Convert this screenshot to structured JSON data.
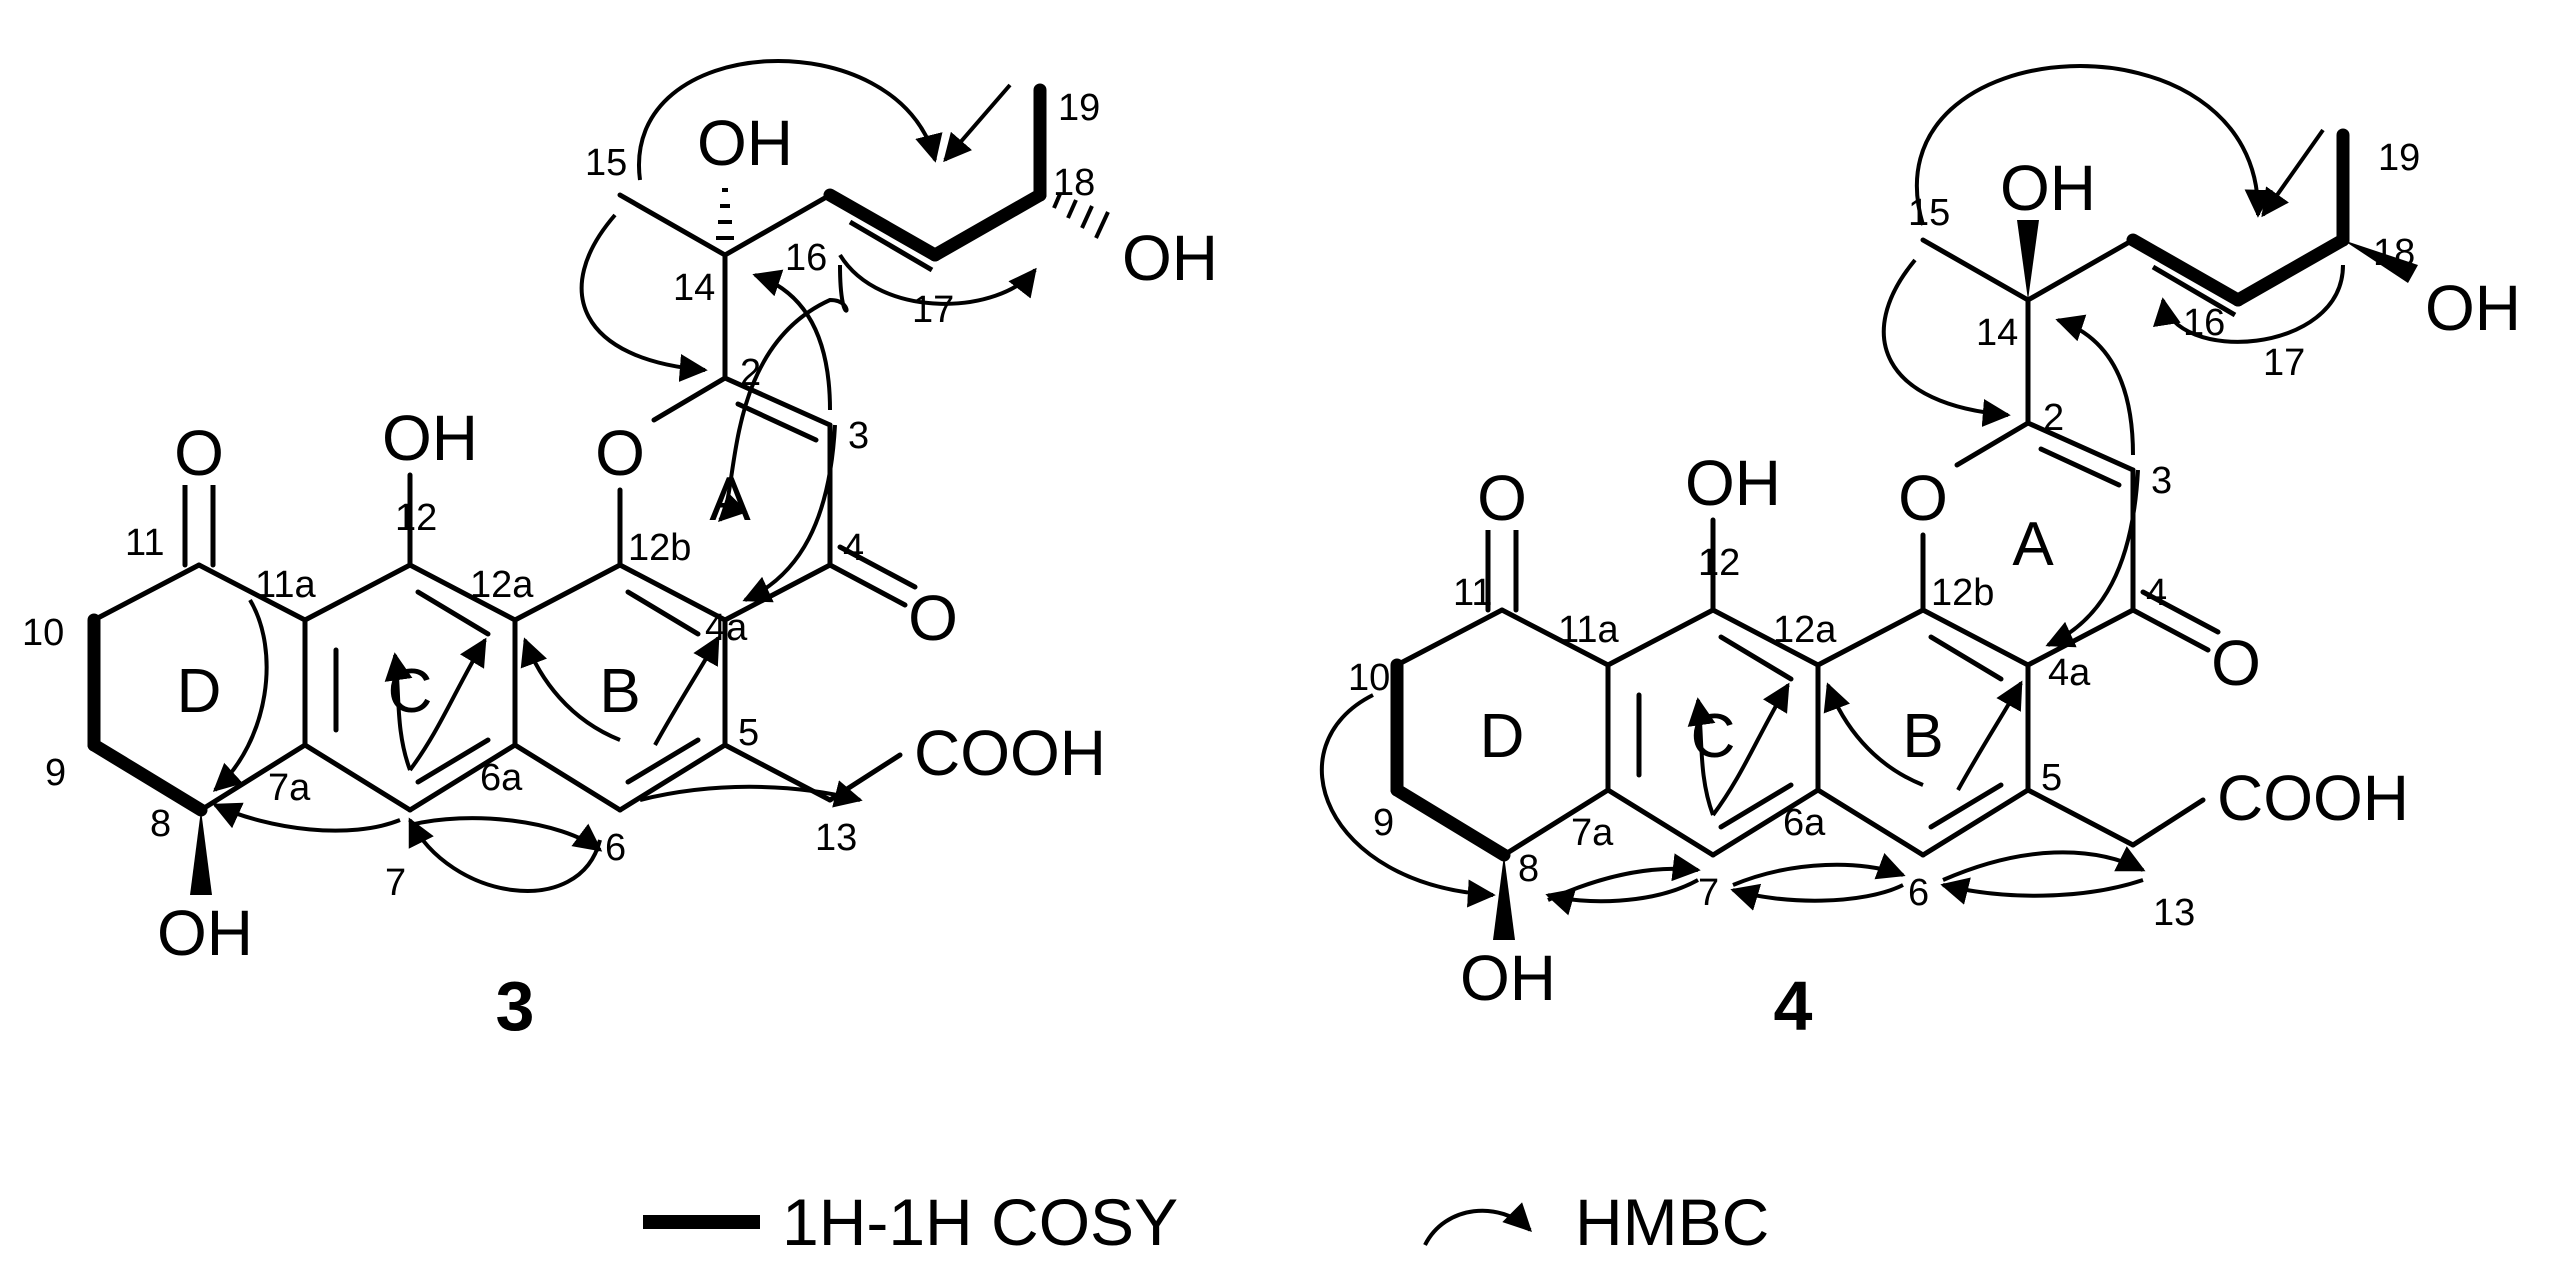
{
  "compounds": [
    {
      "label": "3",
      "numbers": {
        "n2": "2",
        "n3": "3",
        "n4": "4",
        "n4a": "4a",
        "n5": "5",
        "n6": "6",
        "n6a": "6a",
        "n7": "7",
        "n7a": "7a",
        "n8": "8",
        "n9": "9",
        "n10": "10",
        "n11": "11",
        "n11a": "11a",
        "n12": "12",
        "n12a": "12a",
        "n12b": "12b",
        "n13": "13",
        "n14": "14",
        "n15": "15",
        "n16": "16",
        "n17": "17",
        "n18": "18",
        "n19": "19"
      },
      "atoms": {
        "o11": "O",
        "oh12": "OH",
        "o1": "O",
        "o4": "O",
        "oh8": "OH",
        "oh14": "OH",
        "oh18": "OH",
        "cooh": "COOH"
      },
      "rings": {
        "a": "A",
        "b": "B",
        "c": "C",
        "d": "D"
      }
    },
    {
      "label": "4",
      "numbers": {
        "n2": "2",
        "n3": "3",
        "n4": "4",
        "n4a": "4a",
        "n5": "5",
        "n6": "6",
        "n6a": "6a",
        "n7": "7",
        "n7a": "7a",
        "n8": "8",
        "n9": "9",
        "n10": "10",
        "n11": "11",
        "n11a": "11a",
        "n12": "12",
        "n12a": "12a",
        "n12b": "12b",
        "n13": "13",
        "n14": "14",
        "n15": "15",
        "n16": "16",
        "n17": "17",
        "n18": "18",
        "n19": "19"
      },
      "atoms": {
        "o11": "O",
        "oh12": "OH",
        "o1": "O",
        "o4": "O",
        "oh8": "OH",
        "oh14": "OH",
        "oh18": "OH",
        "cooh": "COOH"
      },
      "rings": {
        "a": "A",
        "b": "B",
        "c": "C",
        "d": "D"
      }
    }
  ],
  "legend": {
    "cosy_label": "1H-1H COSY",
    "hmbc_label": "HMBC"
  }
}
